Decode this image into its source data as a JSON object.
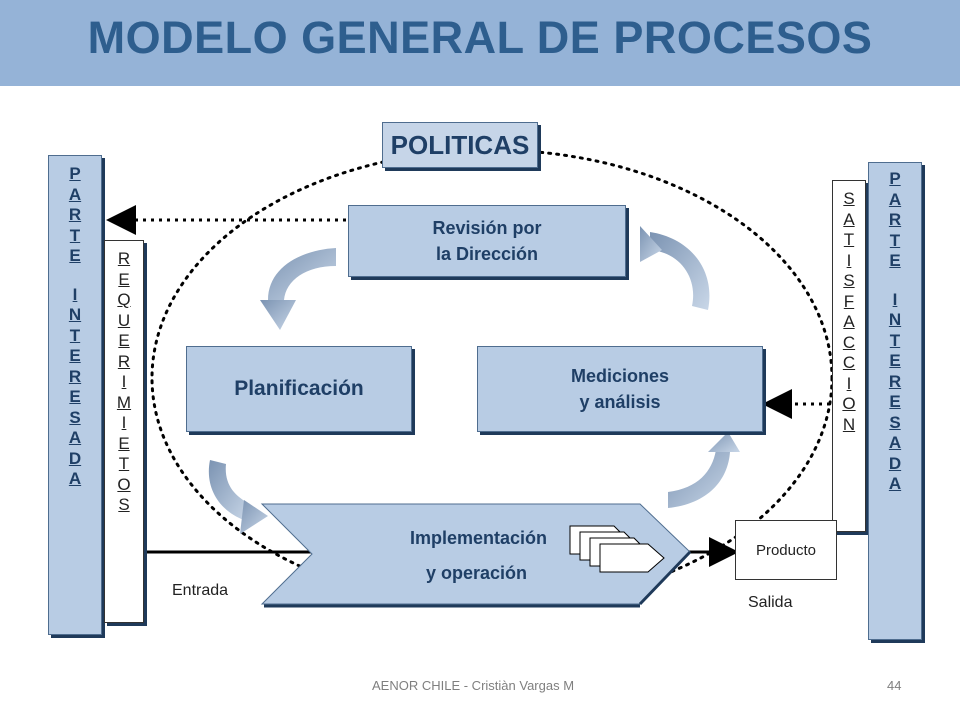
{
  "title": "MODELO GENERAL DE PROCESOS",
  "politicas": "POLITICAS",
  "revision": {
    "line1": "Revisión por",
    "line2": "la Dirección"
  },
  "planificacion": "Planificación",
  "mediciones": {
    "line1": "Mediciones",
    "line2": "y análisis"
  },
  "implementacion": {
    "line1": "Implementación",
    "line2": "y operación"
  },
  "left_parte": [
    "P",
    "A",
    "R",
    "T",
    "E",
    "",
    "I",
    "N",
    "T",
    "E",
    "R",
    "E",
    "S",
    "A",
    "D",
    "A"
  ],
  "requerimientos": [
    "R",
    "E",
    "Q",
    "U",
    "E",
    "R",
    "I",
    "M",
    "I",
    "E",
    "T",
    "O",
    "S"
  ],
  "satisfaccion": [
    "S",
    "A",
    "T",
    "I",
    "S",
    "F",
    "A",
    "C",
    "C",
    "I",
    "O",
    "N"
  ],
  "right_parte": [
    "P",
    "A",
    "R",
    "T",
    "E",
    "",
    "I",
    "N",
    "T",
    "E",
    "R",
    "E",
    "S",
    "A",
    "D",
    "A"
  ],
  "producto": "Producto",
  "entrada": "Entrada",
  "salida": "Salida",
  "footer": {
    "text": "AENOR CHILE - Cristiàn Vargas M",
    "page": "44"
  },
  "colors": {
    "header": "#95b3d7",
    "title": "#2e5e8e",
    "box_fill": "#b8cce4",
    "box_text": "#1f3f66",
    "swirl": "#8aa2bf"
  }
}
